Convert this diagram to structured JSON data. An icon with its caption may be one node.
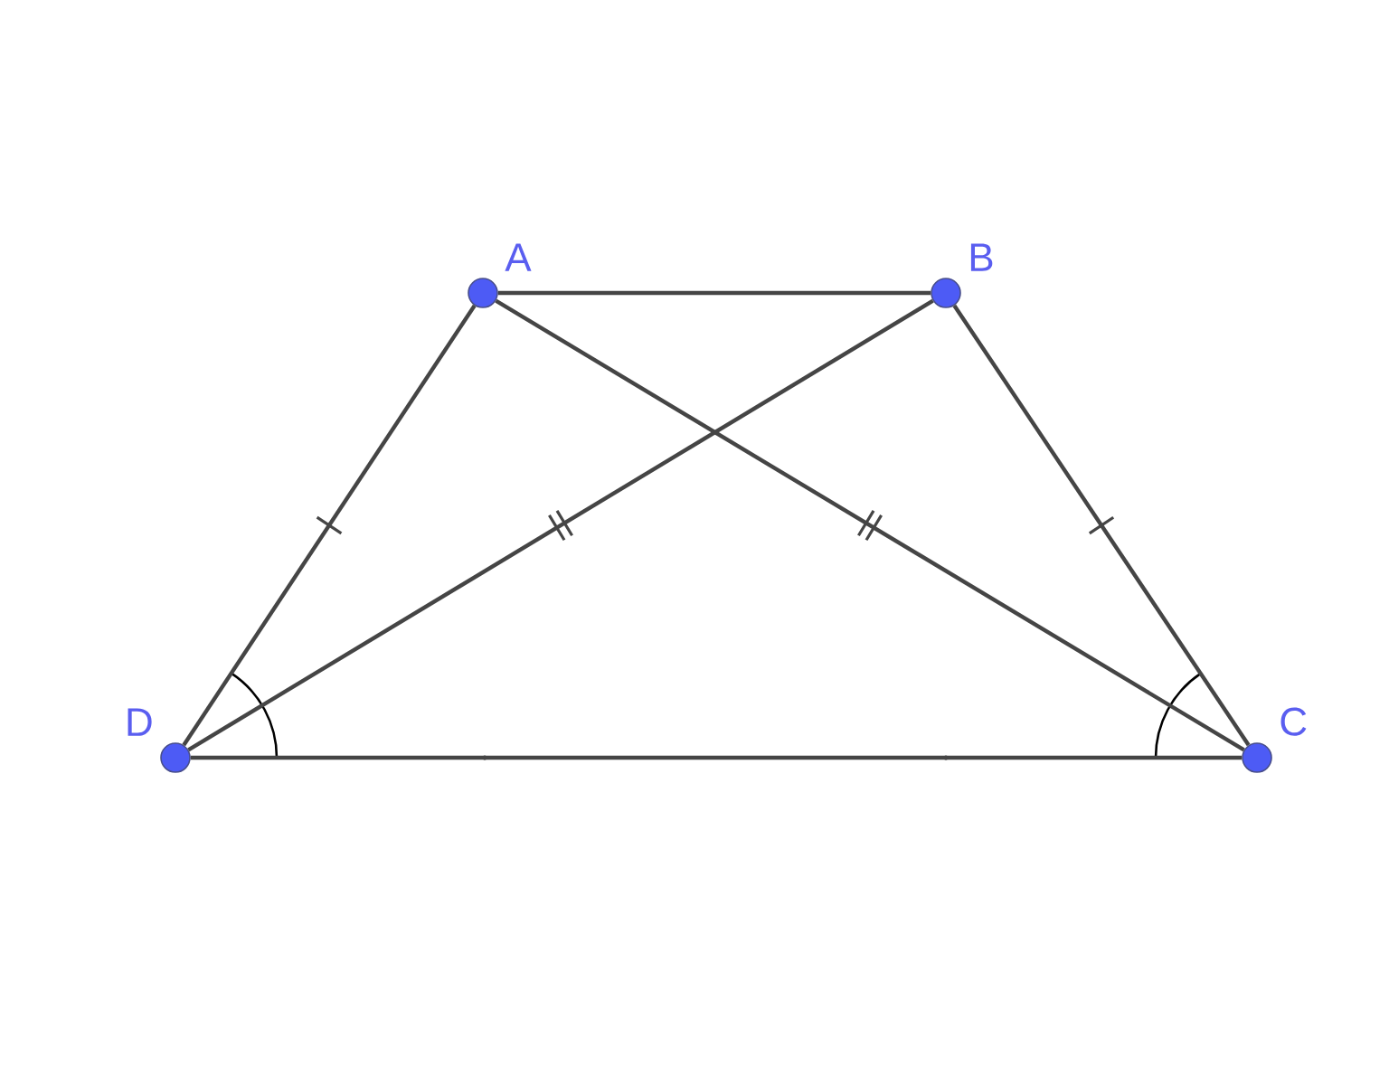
{
  "diagram": {
    "nodes": [
      {
        "text": [
          "A"
        ]
      },
      {
        "text": [
          "B"
        ]
      },
      {
        "text": [
          "C"
        ]
      },
      {
        "text": [
          "D"
        ]
      }
    ],
    "edges": [
      {
        "from": 0,
        "to": 1,
        "arrow": "none"
      },
      {
        "from": 1,
        "to": 2,
        "arrow": "none"
      },
      {
        "from": 2,
        "to": 3,
        "arrow": "none"
      },
      {
        "from": 3,
        "to": 0,
        "arrow": "none"
      },
      {
        "from": 0,
        "to": 2,
        "arrow": "none"
      },
      {
        "from": 1,
        "to": 3,
        "arrow": "none"
      }
    ]
  }
}
